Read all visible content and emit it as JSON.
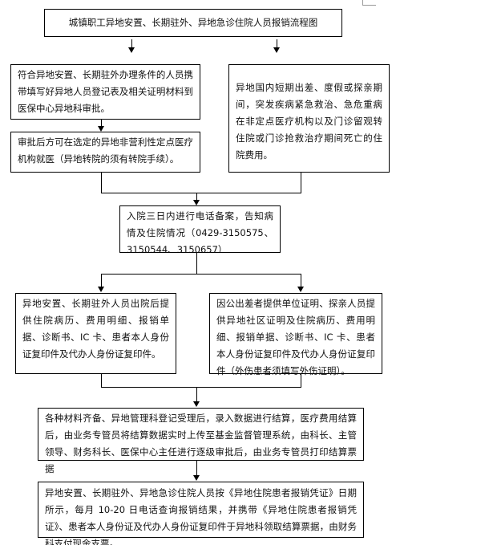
{
  "title": "城镇职工异地安置、长期驻外、异地急诊住院人员报销流程图",
  "steps": {
    "left_apply": "符合异地安置、长期驻外办理条件的人员携带填写好异地人员登记表及相关证明材料到医保中心异地科审批。",
    "left_approved": "审批后方可在选定的异地非营利性定点医疗机构就医（异地转院的须有转院手续）。",
    "right_emergency": "异地国内短期出差、度假或探亲期间，突发疾病紧急救治、急危重病在非定点医疗机构以及门诊留观转住院或门诊抢救治疗期间死亡的住院费用。",
    "phone_record": "入院三日内进行电话备案，告知病情及住院情况（0429-3150575、3150544、3150657）",
    "left_materials": "异地安置、长期驻外人员出院后提供住院病历、费用明细、报销单据、诊断书、IC 卡、患者本人身份证复印件及代办人身份证复印件。",
    "right_materials": "因公出差者提供单位证明、探亲人员提供异地社区证明及住院病历、费用明细、报销单据、诊断书、IC 卡、患者本人身份证复印件及代办人身份证复印件（外伤患者须填写外伤证明）。",
    "settlement": "各种材料齐备、异地管理科登记受理后，录入数据进行结算，医疗费用结算后，由业务专管员将结算数据实时上传至基金监督管理系统，由科长、主管领导、财务科长、医保中心主任进行逐级审批后，由业务专管员打印结算票据",
    "payment": "异地安置、长期驻外、异地急诊住院人员按《异地住院患者报销凭证》日期所示，每月 10-20 日电话查询报销结果，并携带《异地住院患者报销凭证》、患者本人身份证及代办人身份证复印件于异地科领取结算票据，由财务科支付现金支票。"
  }
}
